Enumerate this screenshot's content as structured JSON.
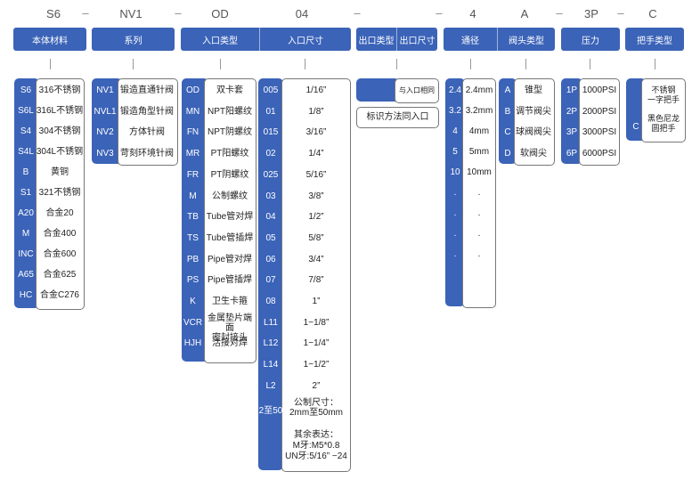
{
  "top_codes": [
    "S6",
    "NV1",
    "OD",
    "04",
    "",
    "4",
    "A",
    "3P",
    "C"
  ],
  "dashes": [
    "–",
    "–",
    "–",
    "–",
    "–",
    "–",
    "–"
  ],
  "headers": [
    "本体材料",
    "系列",
    "入口类型",
    "入口尺寸",
    "出口类型",
    "出口尺寸",
    "通径",
    "阀头类型",
    "压力",
    "把手类型"
  ],
  "material": {
    "codes": [
      "S6",
      "S6L",
      "S4",
      "S4L",
      "B",
      "S1",
      "A20",
      "M",
      "INC",
      "A65",
      "HC"
    ],
    "names": [
      "316不锈钢",
      "316L不锈钢",
      "304不锈钢",
      "304L不锈钢",
      "黄铜",
      "321不锈钢",
      "合金20",
      "合金400",
      "合金600",
      "合金625",
      "合金C276"
    ]
  },
  "series": {
    "codes": [
      "NV1",
      "NVL1",
      "NV2",
      "NV3"
    ],
    "names": [
      "锻造直通针阀",
      "锻造角型针阀",
      "方体针阀",
      "苛刻环境针阀"
    ]
  },
  "inlet_type": {
    "codes": [
      "OD",
      "MN",
      "FN",
      "MR",
      "FR",
      "M",
      "TB",
      "TS",
      "PB",
      "PS",
      "K",
      "VCR",
      "HJH"
    ],
    "names": [
      "双卡套",
      "NPT阳螺纹",
      "NPT阴螺纹",
      "PT阳螺纹",
      "PT阴螺纹",
      "公制螺纹",
      "Tube管对焊",
      "Tube管插焊",
      "Pipe管对焊",
      "Pipe管插焊",
      "卫生卡箍",
      "金属垫片端面\n密封接头",
      "活接对焊"
    ]
  },
  "inlet_size": {
    "codes": [
      "005",
      "01",
      "015",
      "02",
      "025",
      "03",
      "04",
      "05",
      "06",
      "07",
      "08",
      "L11",
      "L12",
      "L14",
      "L2",
      "2至50"
    ],
    "names": [
      "1/16”",
      "1/8”",
      "3/16”",
      "1/4”",
      "5/16”",
      "3/8”",
      "1/2”",
      "5/8”",
      "3/4”",
      "7/8”",
      "1”",
      "1−1/8”",
      "1−1/4”",
      "1−1/2”",
      "2”",
      "公制尺寸：\n2mm至50mm"
    ],
    "note": "其余表达：\nM牙:M5*0.8\nUN牙:5/16” −24"
  },
  "outlet": {
    "same_as_inlet": "与入口相同",
    "note": "标识方法同入口"
  },
  "bore": {
    "codes": [
      "2.4",
      "3.2",
      "4",
      "5",
      "10",
      ".",
      ".",
      ".",
      "."
    ],
    "names": [
      "2.4mm",
      "3.2mm",
      "4mm",
      "5mm",
      "10mm",
      ".",
      ".",
      ".",
      "."
    ]
  },
  "valve_head": {
    "codes": [
      "A",
      "B",
      "C",
      "D"
    ],
    "names": [
      "锥型",
      "调节阀尖",
      "球阀阀尖",
      "软阀尖"
    ]
  },
  "pressure": {
    "codes": [
      "1P",
      "2P",
      "3P",
      "6P"
    ],
    "names": [
      "1000PSI",
      "2000PSI",
      "3000PSI",
      "6000PSI"
    ]
  },
  "handle": {
    "codes": [
      "C"
    ],
    "names": [
      "不锈钢\n一字把手",
      "黑色尼龙\n圆把手"
    ]
  },
  "colors": {
    "accent": "#3b63b8",
    "border": "#777777",
    "dash": "#888888"
  }
}
